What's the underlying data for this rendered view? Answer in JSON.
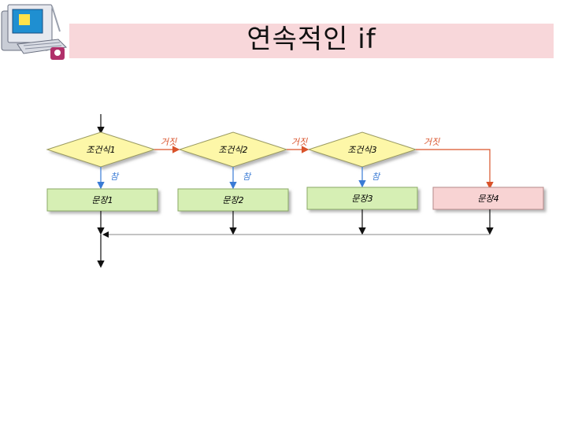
{
  "title": "연속적인 if",
  "flowchart": {
    "conditions": [
      {
        "label": "조건식1"
      },
      {
        "label": "조건식2"
      },
      {
        "label": "조건식3"
      }
    ],
    "statements": [
      {
        "label": "문장1"
      },
      {
        "label": "문장2"
      },
      {
        "label": "문장3"
      },
      {
        "label": "문장4"
      }
    ],
    "edge_labels": {
      "true": "참",
      "false": "거짓"
    },
    "colors": {
      "condition_fill": "#fdf7a8",
      "statement_fill": "#d6efb4",
      "else_statement_fill": "#f8d3d3",
      "true_edge": "#3a7bd5",
      "false_edge": "#d9532b",
      "title_bar": "#f8d7da"
    }
  }
}
